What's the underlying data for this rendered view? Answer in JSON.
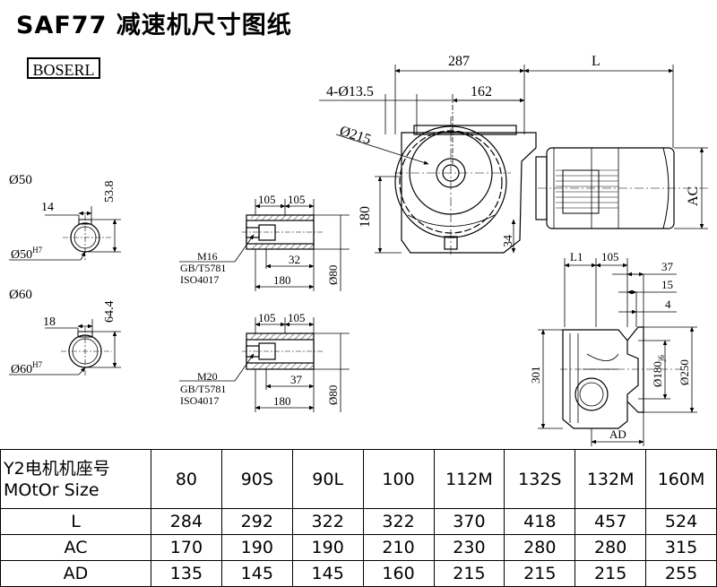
{
  "header": {
    "title": "SAF77 减速机尺寸图纸",
    "brand": "BOSERL"
  },
  "main_view": {
    "dim_287": "287",
    "dim_L": "L",
    "dim_holes": "4-Ø13.5",
    "dim_162": "162",
    "dim_dia215": "Ø215",
    "dim_180": "180",
    "dim_34": "34",
    "dim_AC": "AC"
  },
  "shaft50": {
    "dia": "Ø50",
    "width": "14",
    "height": "53.8",
    "tol": "Ø50",
    "tol_sup": "H7"
  },
  "shaft60": {
    "dia": "Ø60",
    "width": "18",
    "height": "64.4",
    "tol": "Ø60",
    "tol_sup": "H7"
  },
  "detail1": {
    "d105a": "105",
    "d105b": "105",
    "thread": "M16",
    "std1": "GB/T5781",
    "std2": "ISO4017",
    "d32": "32",
    "d180": "180",
    "d80": "Ø80"
  },
  "detail2": {
    "d105a": "105",
    "d105b": "105",
    "thread": "M20",
    "std1": "GB/T5781",
    "std2": "ISO4017",
    "d37": "37",
    "d180": "180",
    "d80": "Ø80"
  },
  "flange_view": {
    "dL1": "L1",
    "d105": "105",
    "d37": "37",
    "d15": "15",
    "d4": "4",
    "d301": "301",
    "d180": "Ø180",
    "d180_sub": "j6",
    "d250": "Ø250",
    "dAD": "AD"
  },
  "table": {
    "header_line1": "Y2电机机座号",
    "header_line2": "MOtOr Size",
    "sizes": [
      "80",
      "90S",
      "90L",
      "100",
      "112M",
      "132S",
      "132M",
      "160M"
    ],
    "rows": [
      {
        "label": "L",
        "values": [
          "284",
          "292",
          "322",
          "322",
          "370",
          "418",
          "457",
          "524"
        ]
      },
      {
        "label": "AC",
        "values": [
          "170",
          "190",
          "190",
          "210",
          "230",
          "280",
          "280",
          "315"
        ]
      },
      {
        "label": "AD",
        "values": [
          "135",
          "145",
          "145",
          "160",
          "215",
          "215",
          "215",
          "255"
        ]
      }
    ]
  }
}
